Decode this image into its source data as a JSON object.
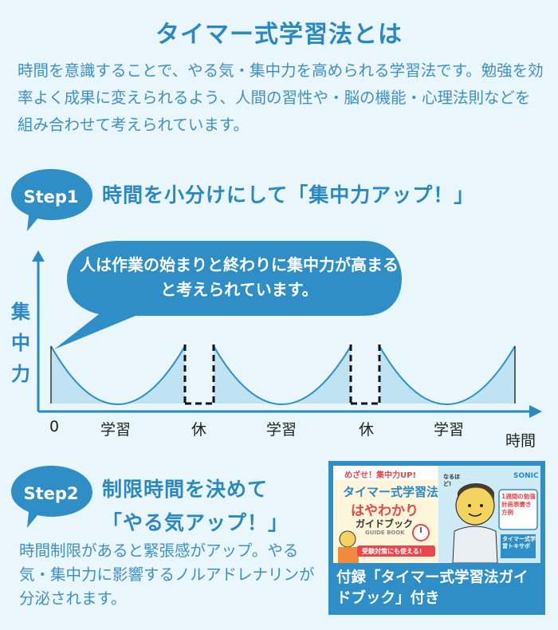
{
  "title": "タイマー式学習法とは",
  "intro": "時間を意識することで、やる気・集中力を高められる学習法です。勉強を効率よく成果に変えられるよう、人間の習性や・脳の機能・心理法則などを組み合わせて考えられています。",
  "step1": {
    "badge": "Step1",
    "heading": "時間を小分けにして「集中力アップ！」",
    "bubble": "人は作業の始まりと終わりに集中力が高まると考えられています。",
    "y_label": [
      "集",
      "中",
      "力"
    ],
    "x_ticks": [
      "0",
      "学習",
      "休",
      "学習",
      "休",
      "学習"
    ],
    "x_axis_label": "時間"
  },
  "step2": {
    "badge": "Step2",
    "heading_line1": "制限時間を決めて",
    "heading_line2": "「やる気アップ！」",
    "body": "時間制限があると緊張感がアップ。やる気・集中力に影響するノルアドレナリンが分泌されます。"
  },
  "book": {
    "top_line": "めざせ！集中力UP!",
    "title1": "タイマー式学習法",
    "title2": "はやわかり",
    "subtitle": "ガイドブック",
    "guide": "GUIDE BOOK",
    "band": "受験対策にも使える!",
    "brand": "SONIC",
    "speech": "なるほど!",
    "side_box": "1週間の勉強計画表書き方例",
    "side_tag": "タイマー式学習トキサポ",
    "caption": "付録「タイマー式学習法ガイドブック」付き"
  },
  "colors": {
    "accent": "#2a88c2",
    "badge": "#2f8ec6",
    "background": "#e9f7fc",
    "curve_fill": "#bfe3f2"
  }
}
